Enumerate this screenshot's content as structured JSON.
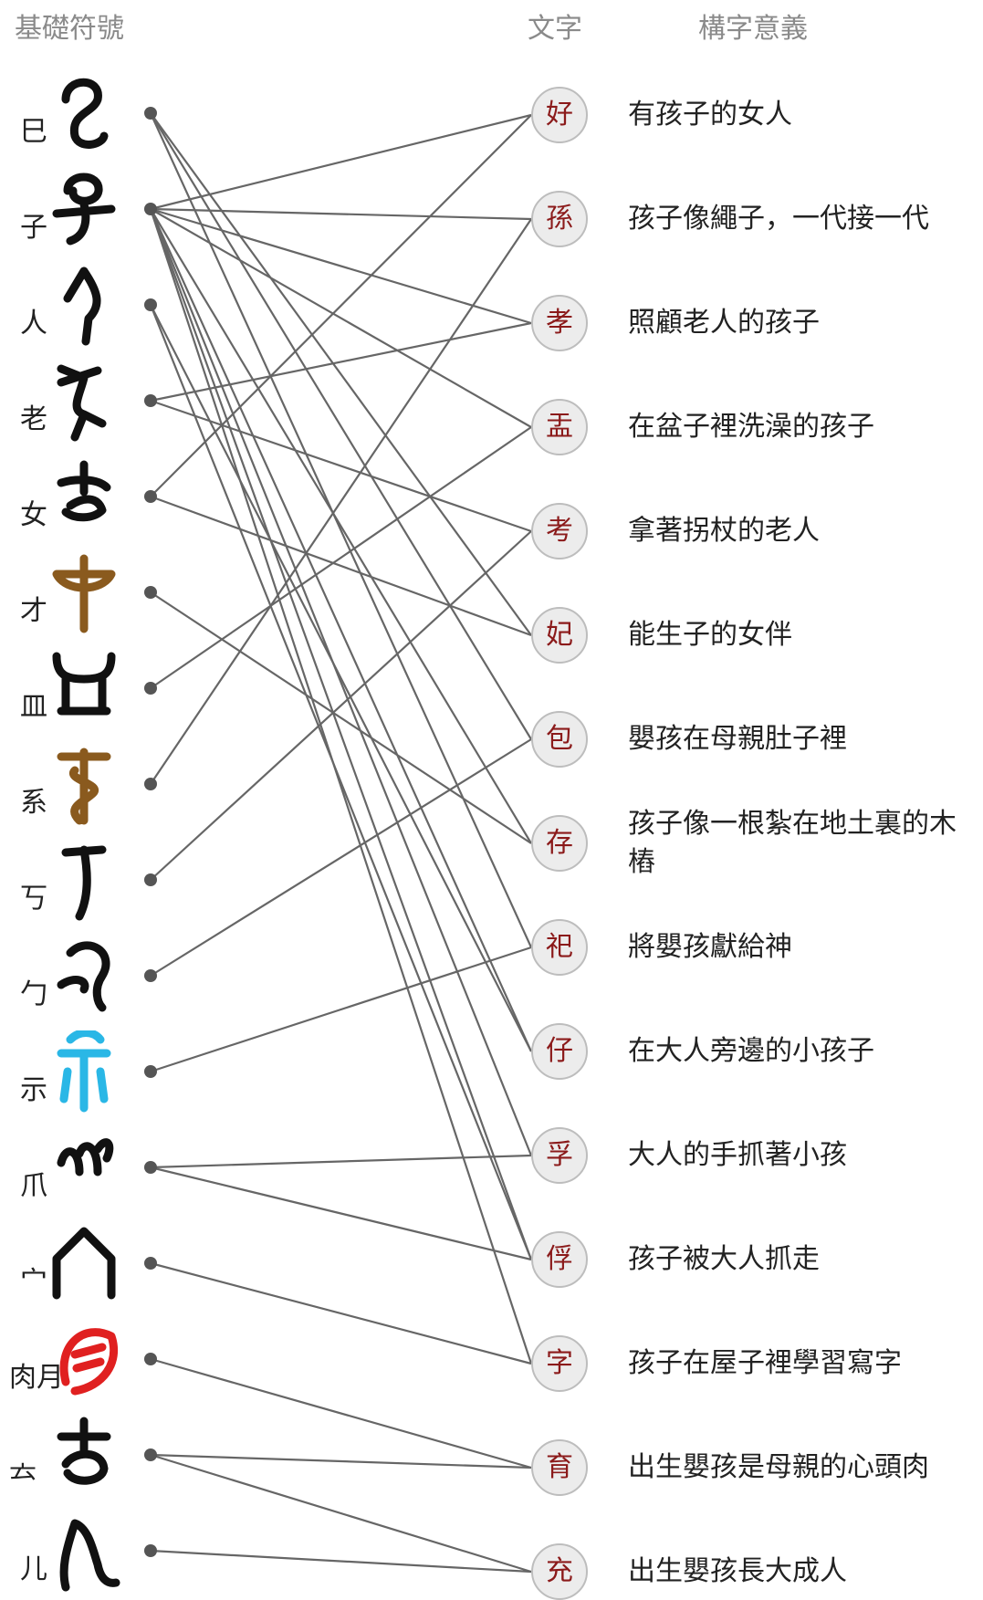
{
  "headers": {
    "base_symbols": "基礎符號",
    "characters": "文字",
    "meaning": "構字意義"
  },
  "symbols": [
    {
      "label": "巳",
      "icon": "oracle-si-icon"
    },
    {
      "label": "子",
      "icon": "oracle-zi-icon"
    },
    {
      "label": "人",
      "icon": "oracle-ren-icon"
    },
    {
      "label": "老",
      "icon": "oracle-lao-icon"
    },
    {
      "label": "女",
      "icon": "oracle-nv-icon"
    },
    {
      "label": "才",
      "icon": "oracle-cai-icon",
      "color": "#8a5a1e"
    },
    {
      "label": "皿",
      "icon": "oracle-min-icon"
    },
    {
      "label": "系",
      "icon": "oracle-xi-icon",
      "color": "#8a5a1e"
    },
    {
      "label": "丂",
      "icon": "oracle-kao-icon"
    },
    {
      "label": "勹",
      "icon": "oracle-bao-icon"
    },
    {
      "label": "示",
      "icon": "oracle-shi-icon",
      "color": "#2ab7e6"
    },
    {
      "label": "爪",
      "icon": "oracle-zhua-icon"
    },
    {
      "label": "宀",
      "icon": "oracle-mian-icon"
    },
    {
      "label": "肉月",
      "icon": "oracle-rou-icon",
      "color": "#e02020"
    },
    {
      "label": "𠫓",
      "icon": "oracle-tu-icon"
    },
    {
      "label": "儿",
      "icon": "oracle-er-icon"
    }
  ],
  "characters": [
    {
      "char": "好",
      "meaning": "有孩子的女人"
    },
    {
      "char": "孫",
      "meaning": "孩子像繩子，一代接一代"
    },
    {
      "char": "孝",
      "meaning": "照顧老人的孩子"
    },
    {
      "char": "盂",
      "meaning": "在盆子裡洗澡的孩子"
    },
    {
      "char": "考",
      "meaning": "拿著拐杖的老人"
    },
    {
      "char": "妃",
      "meaning": "能生子的女伴"
    },
    {
      "char": "包",
      "meaning": "嬰孩在母親肚子裡"
    },
    {
      "char": "存",
      "meaning": "孩子像一根紮在地土裏的木樁"
    },
    {
      "char": "祀",
      "meaning": "將嬰孩獻給神"
    },
    {
      "char": "仔",
      "meaning": "在大人旁邊的小孩子"
    },
    {
      "char": "孚",
      "meaning": "大人的手抓著小孩"
    },
    {
      "char": "俘",
      "meaning": "孩子被大人抓走"
    },
    {
      "char": "字",
      "meaning": "孩子在屋子裡學習寫字"
    },
    {
      "char": "育",
      "meaning": "出生嬰孩是母親的心頭肉"
    },
    {
      "char": "充",
      "meaning": "出生嬰孩長大成人"
    }
  ],
  "links": [
    [
      "巳",
      "妃"
    ],
    [
      "巳",
      "包"
    ],
    [
      "巳",
      "祀"
    ],
    [
      "子",
      "好"
    ],
    [
      "子",
      "孫"
    ],
    [
      "子",
      "孝"
    ],
    [
      "子",
      "盂"
    ],
    [
      "子",
      "存"
    ],
    [
      "子",
      "仔"
    ],
    [
      "子",
      "孚"
    ],
    [
      "子",
      "俘"
    ],
    [
      "子",
      "字"
    ],
    [
      "人",
      "仔"
    ],
    [
      "人",
      "俘"
    ],
    [
      "老",
      "孝"
    ],
    [
      "老",
      "考"
    ],
    [
      "女",
      "好"
    ],
    [
      "女",
      "妃"
    ],
    [
      "才",
      "存"
    ],
    [
      "皿",
      "盂"
    ],
    [
      "系",
      "孫"
    ],
    [
      "丂",
      "考"
    ],
    [
      "勹",
      "包"
    ],
    [
      "示",
      "祀"
    ],
    [
      "爪",
      "孚"
    ],
    [
      "爪",
      "俘"
    ],
    [
      "宀",
      "字"
    ],
    [
      "肉月",
      "育"
    ],
    [
      "𠫓",
      "育"
    ],
    [
      "𠫓",
      "充"
    ],
    [
      "儿",
      "充"
    ]
  ],
  "colors": {
    "node_text": "#8b1a1a",
    "node_fill": "#ececec",
    "node_border": "#bdbdbd",
    "link": "#666666",
    "dot": "#555555"
  }
}
